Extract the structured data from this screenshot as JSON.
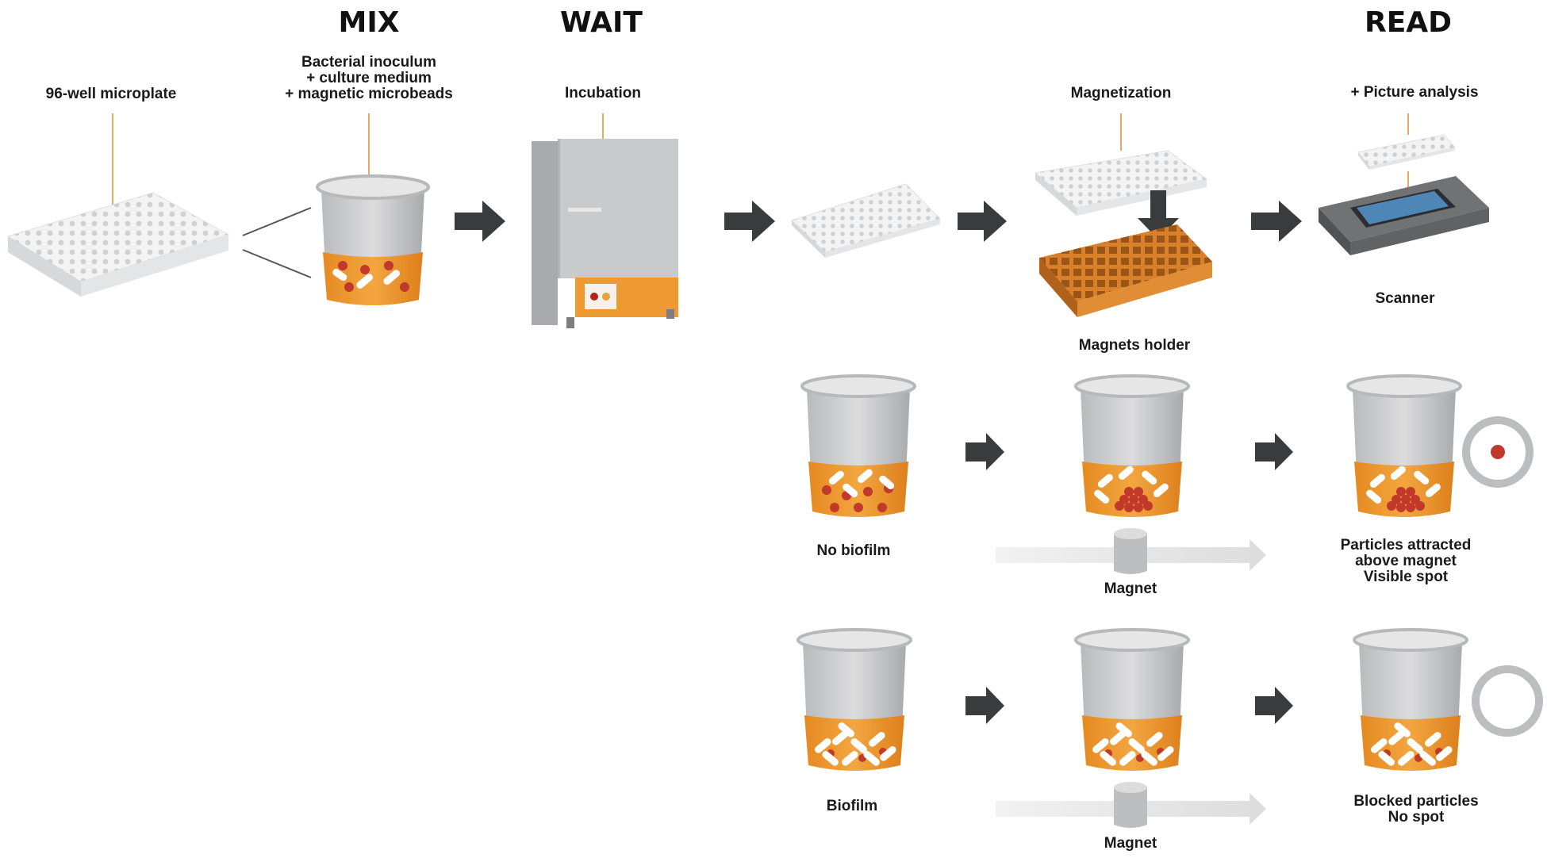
{
  "phases": {
    "mix": "MIX",
    "wait": "WAIT",
    "read": "READ"
  },
  "labels": {
    "microplate": "96-well microplate",
    "inoculum_1": "Bacterial inoculum",
    "inoculum_2": "+ culture medium",
    "inoculum_3": "+ magnetic microbeads",
    "incubation": "Incubation",
    "magnetization": "Magnetization",
    "magnets_holder": "Magnets holder",
    "picture_analysis": "+ Picture analysis",
    "scanner": "Scanner",
    "no_biofilm": "No biofilm",
    "biofilm": "Biofilm",
    "magnet_1": "Magnet",
    "magnet_2": "Magnet",
    "result_spot_1": "Particles attracted",
    "result_spot_2": "above magnet",
    "result_spot_3": "Visible spot",
    "result_nospot_1": "Blocked particles",
    "result_nospot_2": "No spot"
  },
  "colors": {
    "arrow": "#3a3b3d",
    "medium_orange": "#f0962e",
    "bead_red": "#c0392b",
    "plate_white": "#f4f4f4",
    "device_grey": "#c9cacc"
  }
}
